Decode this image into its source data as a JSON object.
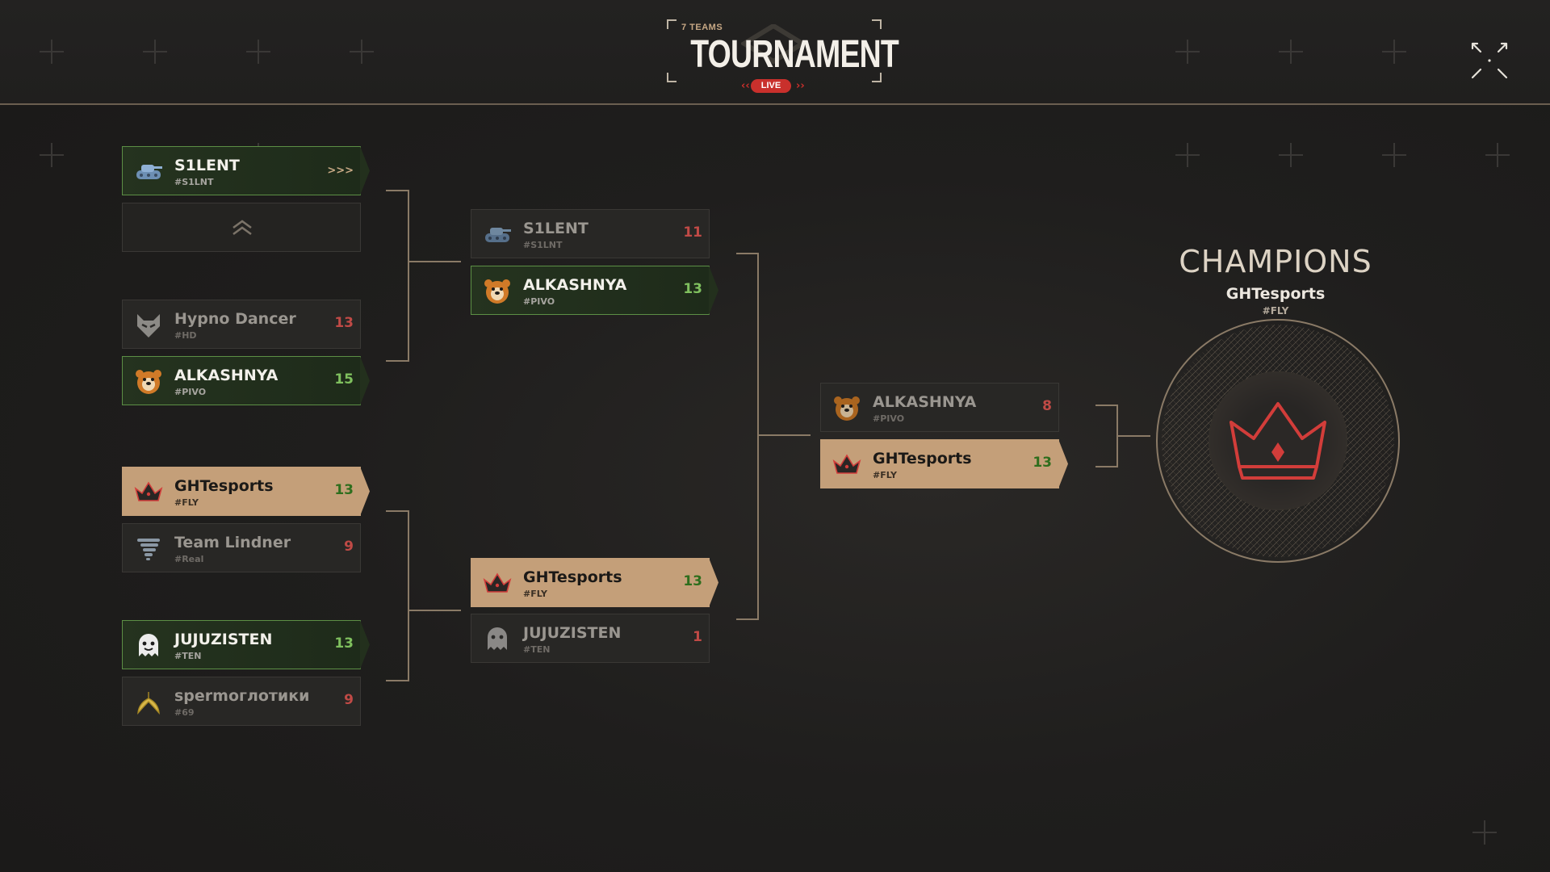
{
  "header": {
    "teams_count": "7 TEAMS",
    "title": "TOURNAMENT",
    "live_label": "LIVE"
  },
  "colors": {
    "accent_gold": "#c49f79",
    "win_green": "#7fc05e",
    "loss_red": "#c04a46",
    "live_red": "#c9302c"
  },
  "round1": [
    {
      "name": "S1LENT",
      "tag": "#S1LNT",
      "score": ">>>",
      "state": "win",
      "logo": "tank-icon"
    },
    {
      "name": "",
      "tag": "",
      "score": "",
      "state": "empty",
      "logo": "rank-chevron-icon"
    },
    {
      "name": "Hypno Dancer",
      "tag": "#HD",
      "score": "13",
      "state": "loss",
      "logo": "wolf-mask-icon"
    },
    {
      "name": "ALKASHNYA",
      "tag": "#PIVO",
      "score": "15",
      "state": "win",
      "logo": "bear-icon"
    },
    {
      "name": "GHTesports",
      "tag": "#FLY",
      "score": "13",
      "state": "champ",
      "logo": "crown-icon"
    },
    {
      "name": "Team Lindner",
      "tag": "#Real",
      "score": "9",
      "state": "loss",
      "logo": "tornado-icon"
    },
    {
      "name": "JUJUZISTEN",
      "tag": "#TEN",
      "score": "13",
      "state": "win",
      "logo": "ghost-icon"
    },
    {
      "name": "spermоглотики",
      "tag": "#69",
      "score": "9",
      "state": "loss",
      "logo": "banana-icon"
    }
  ],
  "round2": [
    {
      "name": "S1LENT",
      "tag": "#S1LNT",
      "score": "11",
      "state": "loss",
      "logo": "tank-icon"
    },
    {
      "name": "ALKASHNYA",
      "tag": "#PIVO",
      "score": "13",
      "state": "win",
      "logo": "bear-icon"
    },
    {
      "name": "GHTesports",
      "tag": "#FLY",
      "score": "13",
      "state": "champ",
      "logo": "crown-icon"
    },
    {
      "name": "JUJUZISTEN",
      "tag": "#TEN",
      "score": "1",
      "state": "loss",
      "logo": "ghost-icon"
    }
  ],
  "final": [
    {
      "name": "ALKASHNYA",
      "tag": "#PIVO",
      "score": "8",
      "state": "loss",
      "logo": "bear-icon"
    },
    {
      "name": "GHTesports",
      "tag": "#FLY",
      "score": "13",
      "state": "champ",
      "logo": "crown-icon"
    }
  ],
  "champion": {
    "label": "CHAMPIONS",
    "team": "GHTesports",
    "tag": "#FLY",
    "emblem": "crown-icon"
  },
  "controls": {
    "fullscreen": "fullscreen-icon"
  }
}
